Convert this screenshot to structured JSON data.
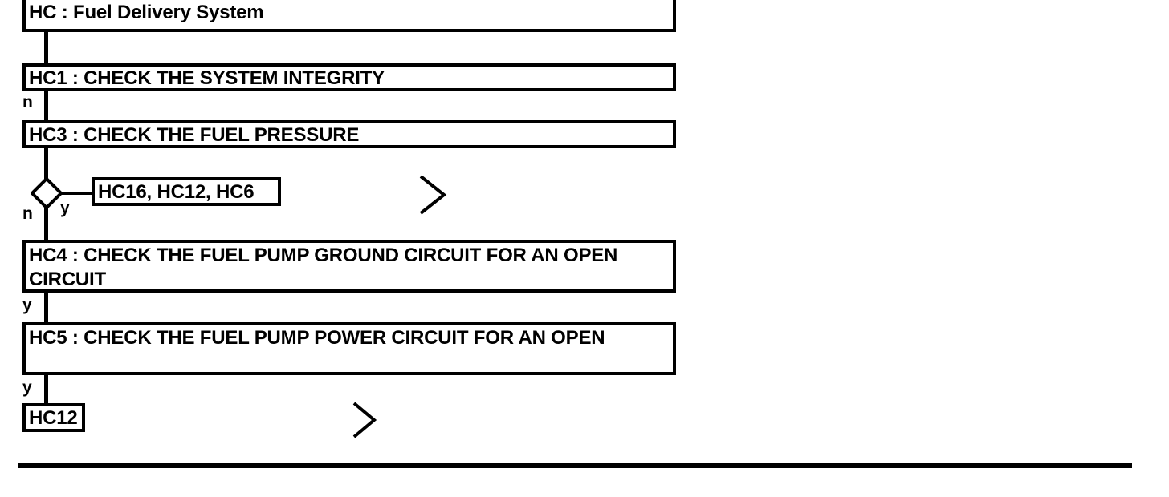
{
  "document": {
    "type": "flowchart",
    "title": "HC : Fuel Delivery System",
    "ink_color": "#000000",
    "background_color": "#ffffff"
  },
  "nodes": {
    "root": {
      "label": "HC : Fuel Delivery System"
    },
    "hc1": {
      "label": "HC1 : CHECK THE SYSTEM INTEGRITY"
    },
    "hc3": {
      "label": "HC3 : CHECK THE FUEL PRESSURE"
    },
    "refs": {
      "label": "HC16, HC12, HC6"
    },
    "hc4": {
      "label": "HC4 : CHECK THE FUEL PUMP GROUND CIRCUIT FOR AN OPEN CIRCUIT"
    },
    "hc5": {
      "label": "HC5 : CHECK THE FUEL PUMP POWER CIRCUIT FOR AN OPEN"
    },
    "hc12": {
      "label": "HC12"
    }
  },
  "branch_labels": {
    "hc1_to_hc3": "n",
    "decision_no": "n",
    "decision_yes": "y",
    "hc4_to_hc5": "y",
    "hc5_to_hc12": "y"
  },
  "icons": {
    "decision": "diamond-decision-icon",
    "chevron_top": "chevron-right-icon",
    "chevron_bottom": "chevron-right-icon"
  }
}
